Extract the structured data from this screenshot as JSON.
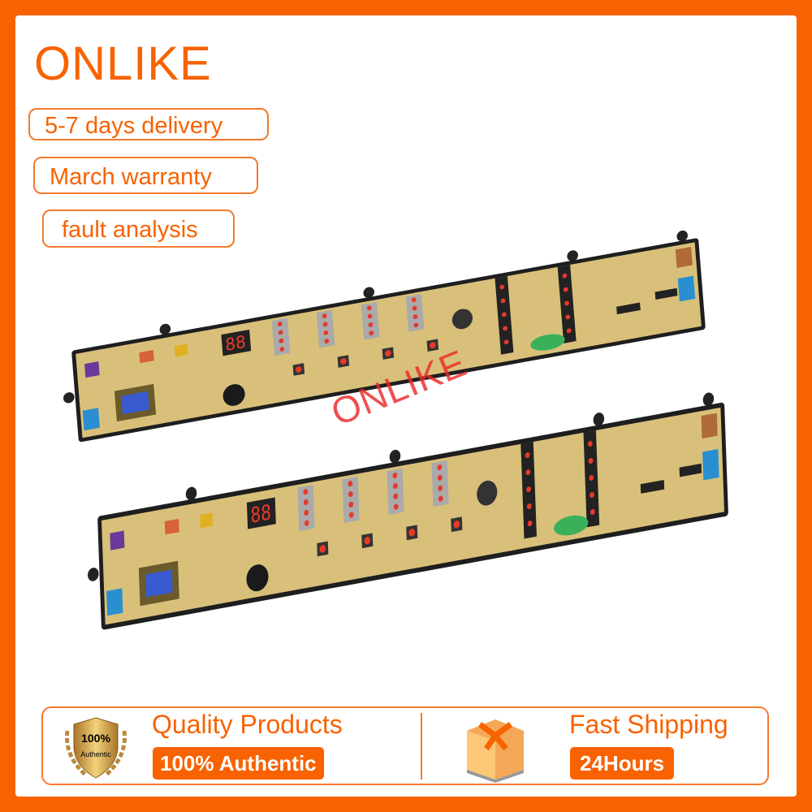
{
  "brand": "ONLIKE",
  "tags": [
    "5-7 days delivery",
    "March warranty",
    "fault analysis"
  ],
  "watermark": "ONLIKE",
  "product": {
    "description_icon": "washing-machine-control-board",
    "board_count": 2,
    "display_text": "88"
  },
  "banner": {
    "quality": {
      "title": "Quality Products",
      "badge": "100% Authentic",
      "icon": "gold-shield-badge",
      "icon_text": [
        "100%",
        "Authentic"
      ]
    },
    "shipping": {
      "title": "Fast Shipping",
      "badge": "24Hours",
      "icon": "package-box"
    }
  },
  "colors": {
    "accent": "#f86200",
    "pcb": "#d9c07a",
    "frame": "#1e1e1e",
    "led": "#e53a2a"
  }
}
